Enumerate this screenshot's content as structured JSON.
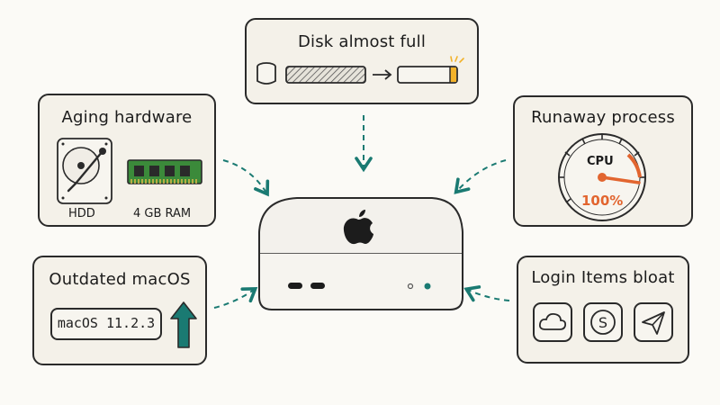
{
  "colors": {
    "teal": "#1a7a72",
    "orange": "#e2652f",
    "yellow": "#f2b22a",
    "card_bg": "#f4f1e9",
    "outline": "#2a2a2a",
    "pcb_green": "#3b8a3a"
  },
  "center": {
    "device": "apple-mac-mini"
  },
  "cards": {
    "disk": {
      "title": "Disk almost full",
      "icons": [
        "disk-drive-icon",
        "storage-bar-icon",
        "arrow-right-icon",
        "storage-bar-full-icon"
      ]
    },
    "aging": {
      "title": "Aging hardware",
      "hdd_label": "HDD",
      "ram_label": "4 GB RAM"
    },
    "runaway": {
      "title": "Runaway process",
      "cpu_label": "CPU",
      "cpu_value": "100%",
      "cpu_level": 1.0
    },
    "outdated": {
      "title": "Outdated macOS",
      "version": "macOS 11.2.3"
    },
    "login": {
      "title": "Login Items bloat",
      "icons": [
        "cloud-icon",
        "s-circle-icon",
        "paper-plane-icon"
      ]
    }
  }
}
